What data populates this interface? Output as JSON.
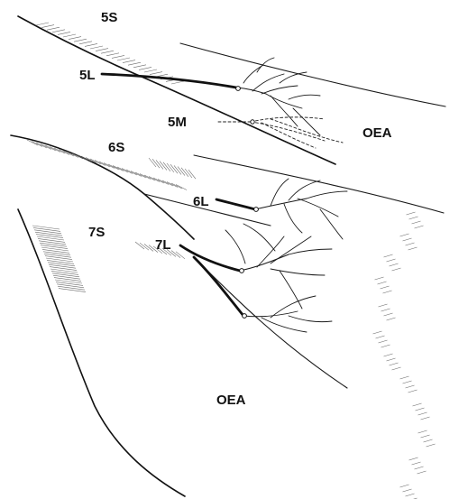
{
  "diagram": {
    "labels": {
      "s5": "5S",
      "l5": "5L",
      "m5": "5M",
      "oea_upper": "OEA",
      "s6": "6S",
      "l6": "6L",
      "s7": "7S",
      "l7": "7L",
      "oea_lower": "OEA"
    },
    "colors": {
      "ink": "#111111",
      "background": "#ffffff"
    }
  }
}
